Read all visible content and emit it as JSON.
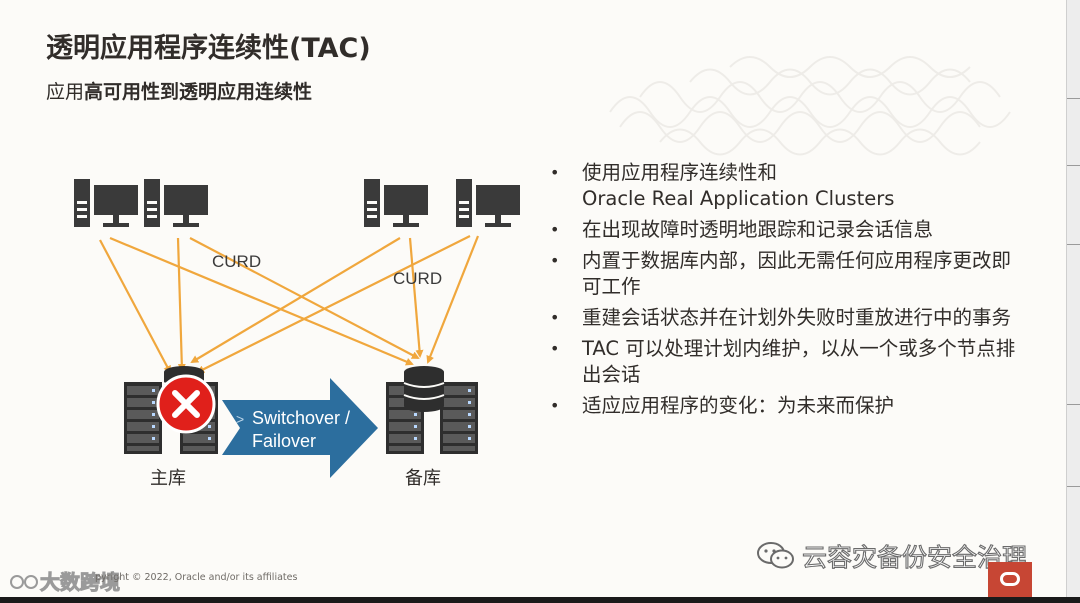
{
  "slide": {
    "title": "透明应用程序连续性(TAC)",
    "subtitle_prefix": "应用",
    "subtitle_bold": "高可用性到透明应用连续性"
  },
  "diagram": {
    "curd_left": "CURD",
    "curd_right": "CURD",
    "switch_line1": "Switchover /",
    "switch_line2": "Failover",
    "primary_label": "主库",
    "standby_label": "备库",
    "colors": {
      "arrow": "#f0a73d",
      "switch_arrow": "#2c6e9e",
      "error": "#e0201b",
      "server": "#3a3a3a"
    }
  },
  "bullets": [
    {
      "marker": "•",
      "text": "使用应用程序连续性和\nOracle Real Application Clusters"
    },
    {
      "marker": "•",
      "text": "在出现故障时透明地跟踪和记录会话信息"
    },
    {
      "marker": "•",
      "text": "内置于数据库内部，因此无需任何应用程序更改即可工作"
    },
    {
      "marker": "•",
      "text": "重建会话状态并在计划外失败时重放进行中的事务"
    },
    {
      "marker": "•",
      "text": "TAC 可以处理计划内维护，以从一个或多个节点排出会话"
    },
    {
      "marker": "•",
      "text": "适应应用程序的变化：为未来而保护"
    }
  ],
  "footer": {
    "copyright": "pyright © 2022, Oracle and/or its affiliates",
    "brand_watermark": "大数跨境",
    "wechat_account": "云容灾备份安全治理"
  },
  "icons": {
    "computer": "desktop-computer-icon",
    "server": "server-rack-icon",
    "database": "database-cylinder-icon",
    "error": "error-x-icon",
    "wechat": "wechat-icon",
    "oracle": "oracle-logo-icon"
  }
}
